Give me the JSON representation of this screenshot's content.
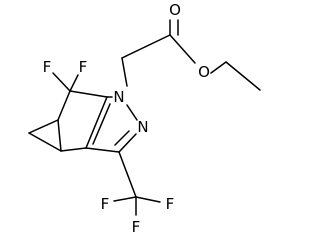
{
  "molecule": {
    "atoms": {
      "f_upper_left": "F",
      "f_upper_right": "F",
      "n1": "N",
      "n2": "N",
      "o_carbonyl": "O",
      "o_ester": "O",
      "f_cf3_left": "F",
      "f_cf3_right": "F",
      "f_cf3_bottom": "F"
    }
  }
}
